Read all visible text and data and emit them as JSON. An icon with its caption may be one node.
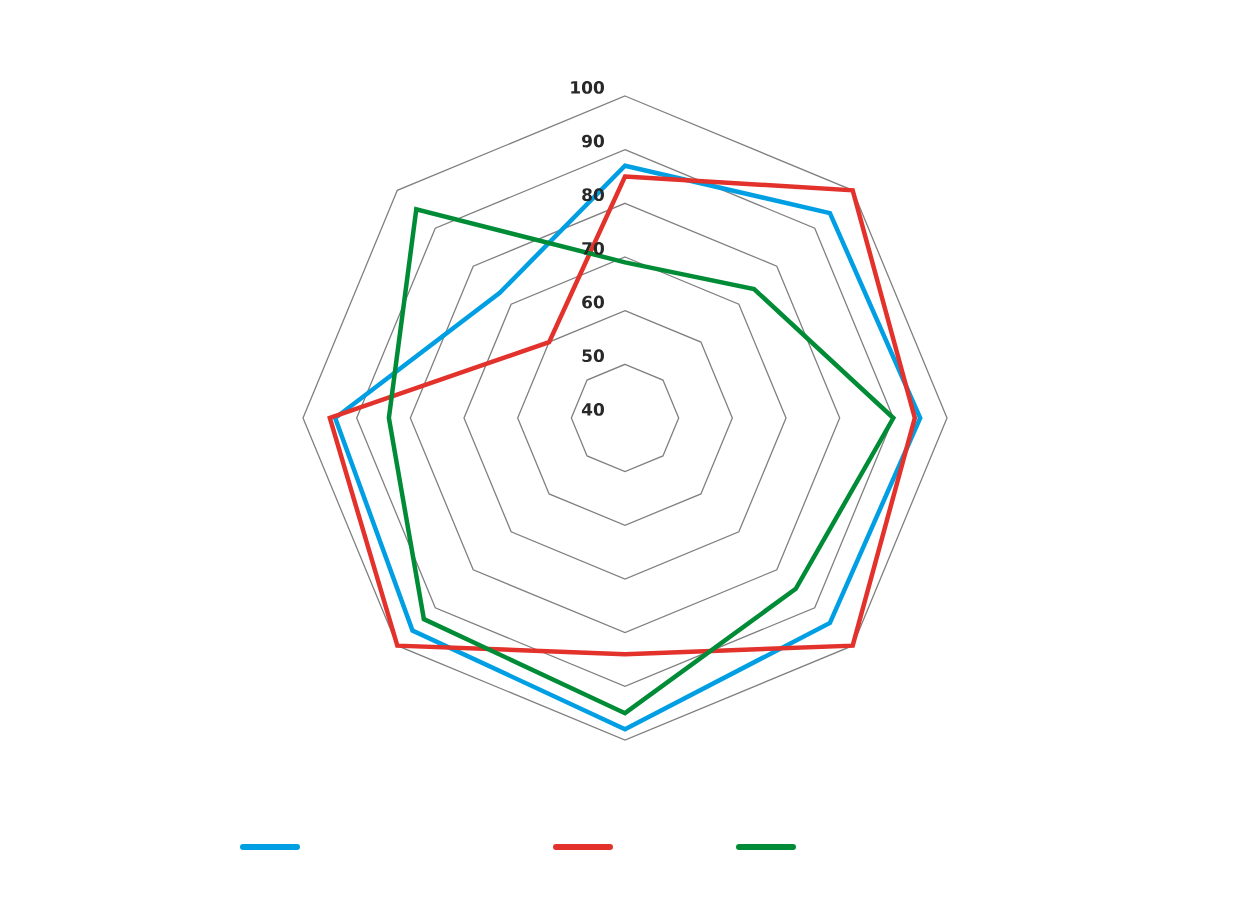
{
  "diagram": {
    "labels": [
      "100",
      "90",
      "80",
      "70",
      "60",
      "50",
      "40"
    ]
  }
}
